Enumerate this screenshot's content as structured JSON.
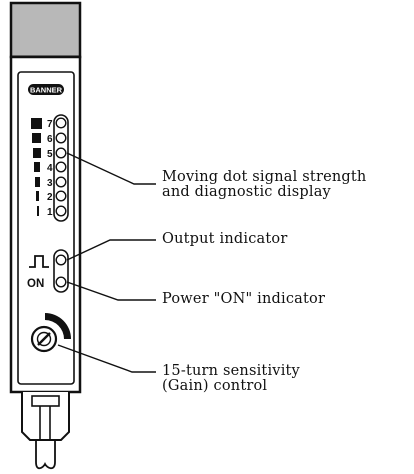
{
  "brand": {
    "logo_text": "BANNER"
  },
  "display": {
    "scale_labels": [
      "7",
      "6",
      "5",
      "4",
      "3",
      "2",
      "1"
    ],
    "output_symbol": "square-pulse-icon",
    "power_label": "ON"
  },
  "callouts": {
    "signal_display": {
      "line1": "Moving dot signal strength",
      "line2": "and diagnostic display"
    },
    "output_indicator": {
      "line1": "Output indicator"
    },
    "power_indicator": {
      "line1": "Power \"ON\" indicator"
    },
    "gain_control": {
      "line1": "15-turn sensitivity",
      "line2": "(Gain) control"
    }
  },
  "colors": {
    "ink": "#111111",
    "cap": "#b8b8b8",
    "paper": "#ffffff"
  }
}
